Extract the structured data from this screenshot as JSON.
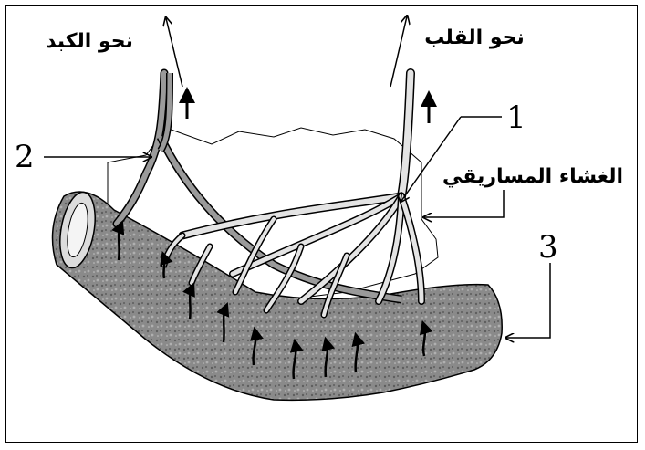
{
  "labels": {
    "to_liver": "نحو الكبد",
    "to_heart": "نحو القلب",
    "mesentery": "الغشاء المساريقي",
    "n1": "1",
    "n2": "2",
    "n3": "3"
  },
  "colors": {
    "intestine": "#8f8f8f",
    "vessel_blood": "#9a9a9a",
    "vessel_lymph": "#e4e4e4",
    "outline": "#000000"
  }
}
